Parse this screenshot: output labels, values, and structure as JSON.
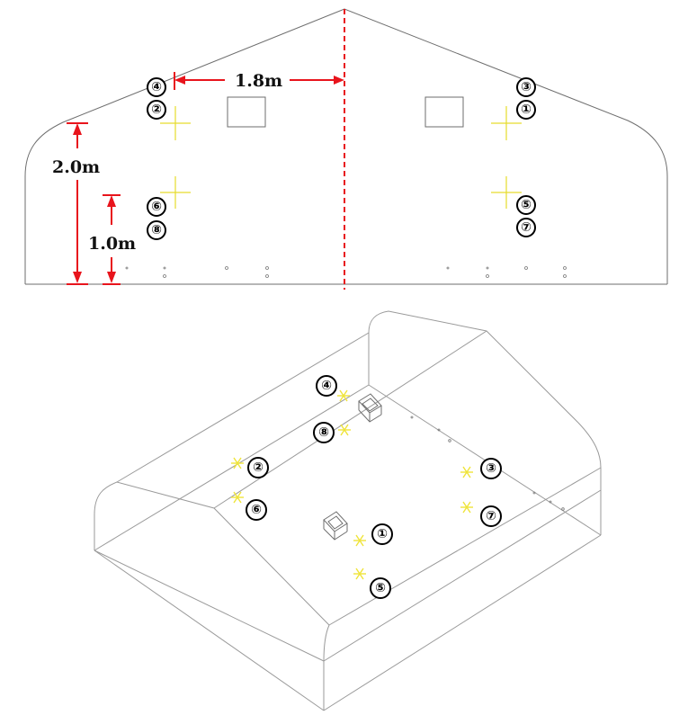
{
  "dimensions": {
    "horizontal": "1.8m",
    "height_high": "2.0m",
    "height_low": "1.0m"
  },
  "front_view_labels": [
    "④",
    "②",
    "⑥",
    "⑧",
    "③",
    "①",
    "⑤",
    "⑦"
  ],
  "iso_view_labels": [
    "④",
    "⑧",
    "②",
    "⑥",
    "③",
    "⑦",
    "①",
    "⑤"
  ],
  "colors": {
    "dimension": "#e8141c",
    "sensor": "#efe43a",
    "outline": "#9a9a9a"
  }
}
